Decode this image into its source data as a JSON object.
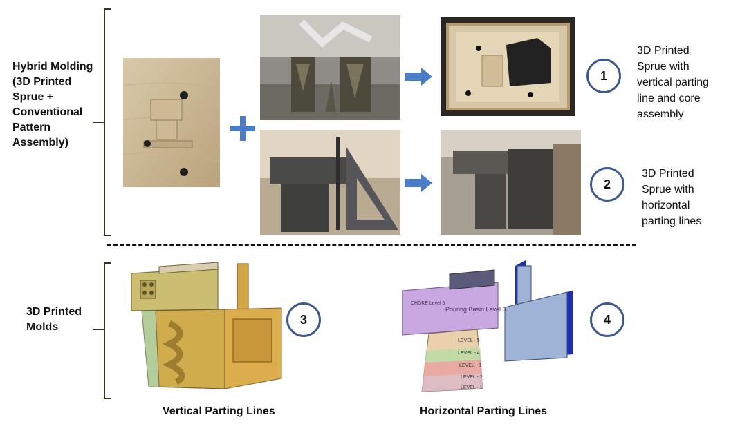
{
  "labels": {
    "hybrid": [
      "Hybrid Molding",
      "(3D Printed",
      "Sprue +",
      "Conventional",
      "Pattern",
      "Assembly)"
    ],
    "printed_molds": [
      "3D Printed",
      "Molds"
    ],
    "desc1": [
      "3D Printed",
      "Sprue with",
      "vertical parting",
      "line and core",
      "assembly"
    ],
    "desc2": [
      "3D Printed",
      "Sprue with",
      "horizontal",
      "parting lines"
    ],
    "caption_vertical": "Vertical Parting Lines",
    "caption_horizontal": "Horizontal Parting Lines"
  },
  "markers": [
    "1",
    "2",
    "3",
    "4"
  ],
  "operators": {
    "plus": "+"
  },
  "mold_text": {
    "pouring_basin": "Pouring Basin Level 6",
    "choke": "CHOKE Level 5",
    "levels": [
      "LEVEL - 5",
      "LEVEL - 4",
      "LEVEL - 3",
      "LEVEL - 2",
      "LEVEL - 1"
    ]
  },
  "colors": {
    "arrow": "#4a7cc7",
    "plus": "#4a7cc7",
    "circle_border": "#3d5a8f",
    "bracket": "#2f3a24",
    "mold_orange": "#d9a53a",
    "mold_green": "#a9c48a",
    "mold_purple": "#c7a4e0",
    "mold_blue": "#9fb3d6",
    "mold_dark_blue": "#1a2fb5"
  }
}
